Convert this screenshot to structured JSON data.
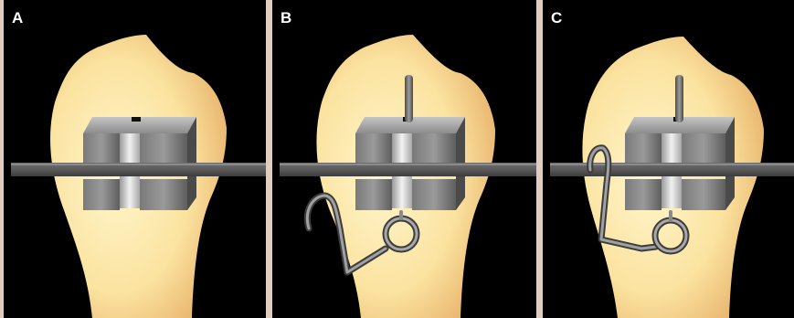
{
  "figure": {
    "panels": [
      {
        "id": "a",
        "label": "A",
        "parts": [
          "bracket",
          "archwire"
        ]
      },
      {
        "id": "b",
        "label": "B",
        "parts": [
          "bracket",
          "archwire",
          "vertical-pin",
          "helical-spring"
        ]
      },
      {
        "id": "c",
        "label": "C",
        "parts": [
          "bracket",
          "archwire",
          "vertical-pin",
          "helical-spring"
        ]
      }
    ],
    "colors": {
      "background": "#000000",
      "separator": "#e3cbbf",
      "tooth_light": "#fff4c4",
      "tooth_mid": "#f9dc92",
      "tooth_dark": "#e4a860",
      "metal_light": "#d6d6d6",
      "metal_dark": "#505050",
      "wire": "#585858",
      "label": "#ffffff"
    }
  }
}
